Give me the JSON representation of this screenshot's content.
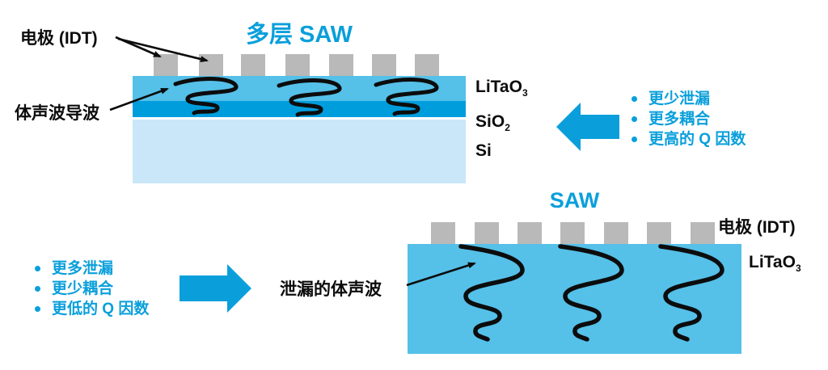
{
  "colors": {
    "accent": "#0a9fdb",
    "body_blue": "#55c0e8",
    "sio2_blue": "#009ddd",
    "si_blue": "#c9e7f8",
    "electrode_gray": "#b9b9b9",
    "ink": "#0c0c0d"
  },
  "top": {
    "title": "多层 SAW",
    "electrode_label": "电极 (IDT)",
    "wave_label": "体声波导波",
    "layers": [
      {
        "base": "LiTaO",
        "sub": "3"
      },
      {
        "base": "SiO",
        "sub": "2"
      },
      {
        "base": "Si",
        "sub": ""
      }
    ],
    "benefits": [
      "更少泄漏",
      "更多耦合",
      "更高的 Q 因数"
    ]
  },
  "bottom": {
    "title": "SAW",
    "electrode_label": "电极 (IDT)",
    "wave_label": "泄漏的体声波",
    "layers": [
      {
        "base": "LiTaO",
        "sub": "3"
      }
    ],
    "drawbacks": [
      "更多泄漏",
      "更少耦合",
      "更低的 Q 因数"
    ]
  }
}
